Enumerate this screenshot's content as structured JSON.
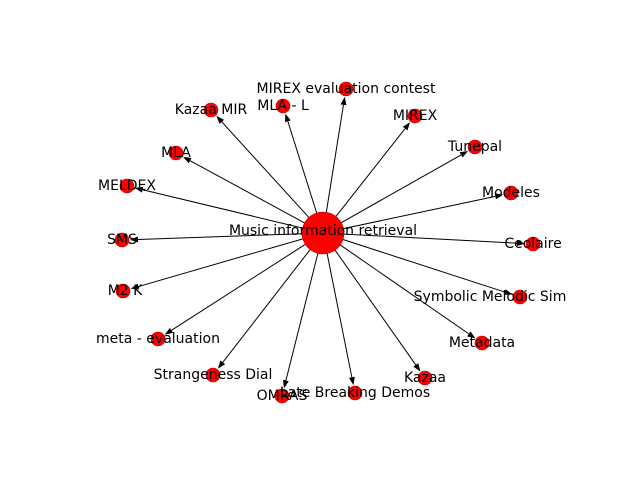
{
  "graph": {
    "center": {
      "id": "center",
      "label": "Music information retrieval"
    },
    "nodes": [
      {
        "id": "mirex_contest",
        "label": "MIREX evaluation contest"
      },
      {
        "id": "mla_l",
        "label": "MLA - L"
      },
      {
        "id": "kazaa_mir",
        "label": "Kazaa MIR"
      },
      {
        "id": "mla",
        "label": "MLA"
      },
      {
        "id": "melodex",
        "label": "MELDEX"
      },
      {
        "id": "sms",
        "label": "SMS"
      },
      {
        "id": "m2k",
        "label": "M2 K"
      },
      {
        "id": "meta_eval",
        "label": "meta - evaluation"
      },
      {
        "id": "strangeness",
        "label": "Strangeness Dial"
      },
      {
        "id": "omras",
        "label": "OMRAS"
      },
      {
        "id": "late_breaking",
        "label": "Late Breaking Demos"
      },
      {
        "id": "kazaa",
        "label": "Kazaa"
      },
      {
        "id": "metadata",
        "label": "Metadata"
      },
      {
        "id": "symbolic",
        "label": "Symbolic Melodic Sim"
      },
      {
        "id": "ceolaire",
        "label": "Ceolaire"
      },
      {
        "id": "modeles",
        "label": "Modeles"
      },
      {
        "id": "tunepal",
        "label": "Tunepal"
      },
      {
        "id": "mirex",
        "label": "MIREX"
      }
    ],
    "colors": {
      "node": "#ff0000",
      "edge": "#000000",
      "text": "#000000"
    }
  }
}
